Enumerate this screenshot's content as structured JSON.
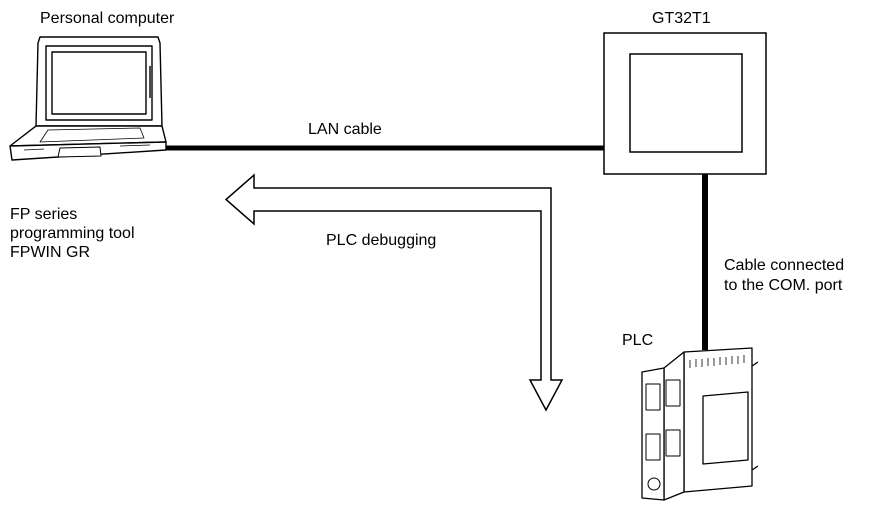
{
  "labels": {
    "personal_computer": "Personal computer",
    "hmi": "GT32T1",
    "lan_cable": "LAN cable",
    "tool_line1": "FP series",
    "tool_line2": "programming tool",
    "tool_line3": "FPWIN GR",
    "plc_debugging": "PLC debugging",
    "com_cable_line1": "Cable connected",
    "com_cable_line2": "to the COM. port",
    "plc": "PLC"
  },
  "icons": {
    "laptop": "laptop-icon",
    "hmi": "touch-panel-icon",
    "plc": "plc-unit-icon"
  }
}
